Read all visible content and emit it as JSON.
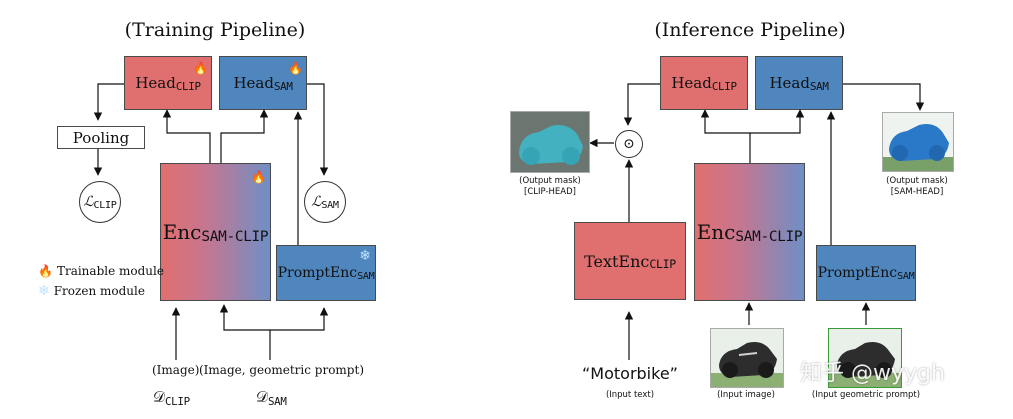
{
  "training": {
    "title": "(Training Pipeline)",
    "head_clip": {
      "main": "Head",
      "sub": "CLIP"
    },
    "head_sam": {
      "main": "Head",
      "sub": "SAM"
    },
    "pooling": "Pooling",
    "loss_clip": {
      "main": "ℒ",
      "sub": "CLIP"
    },
    "loss_sam": {
      "main": "ℒ",
      "sub": "SAM"
    },
    "encoder": {
      "main": "Enc",
      "sub": "SAM-CLIP"
    },
    "prompt_enc": {
      "main": "PromptEnc",
      "sub": "SAM"
    },
    "legend_trainable": "Trainable module",
    "legend_frozen": "Frozen module",
    "input_image": "(Image)",
    "input_image_prompt": "(Image, geometric prompt)",
    "dataset_clip": {
      "main": "𝒟",
      "sub": "CLIP"
    },
    "dataset_sam": {
      "main": "𝒟",
      "sub": "SAM"
    }
  },
  "inference": {
    "title": "(Inference Pipeline)",
    "head_clip": {
      "main": "Head",
      "sub": "CLIP"
    },
    "head_sam": {
      "main": "Head",
      "sub": "SAM"
    },
    "dot_op": "⊙",
    "encoder": {
      "main": "Enc",
      "sub": "SAM-CLIP"
    },
    "text_enc": {
      "main": "TextEnc",
      "sub": "CLIP"
    },
    "prompt_enc": {
      "main": "PromptEnc",
      "sub": "SAM"
    },
    "output_clip_line1": "(Output mask)",
    "output_clip_line2": "[CLIP-HEAD]",
    "output_sam_line1": "(Output mask)",
    "output_sam_line2": "[SAM-HEAD]",
    "text_input": "“Motorbike”",
    "text_input_caption": "(Input text)",
    "image_input_caption": "(Input image)",
    "prompt_input_caption": "(Input geometric prompt)"
  },
  "watermark": "知乎 @wyygh",
  "icons": {
    "trainable": "flame-icon",
    "frozen": "snowflake-icon"
  },
  "colors": {
    "clip_red": "#e06f6f",
    "sam_blue": "#4f86bd",
    "mask_cyan": "#3fb8c8",
    "mask_blue": "#2a78c8"
  }
}
